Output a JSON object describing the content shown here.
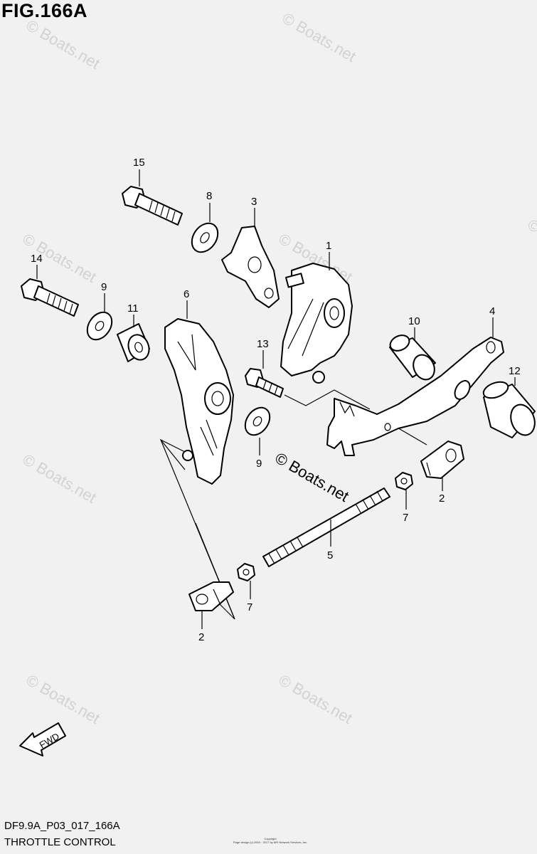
{
  "figure": {
    "title": "FIG.166A",
    "code": "DF9.9A_P03_017_166A",
    "name": "THROTTLE CONTROL"
  },
  "watermark": {
    "text": "© Boats.net",
    "main_text": "© Boats.net"
  },
  "copyright_note": {
    "line1": "Copyright",
    "line2": "Page design (c) 2004 - 2017 by ARI Network Services, Inc."
  },
  "fwd_label": "FWD",
  "callouts": {
    "c1": "1",
    "c2a": "2",
    "c2b": "2",
    "c3": "3",
    "c4": "4",
    "c5": "5",
    "c6": "6",
    "c7a": "7",
    "c7b": "7",
    "c8": "8",
    "c9a": "9",
    "c9b": "9",
    "c10": "10",
    "c11": "11",
    "c12": "12",
    "c13": "13",
    "c14": "14",
    "c15": "15"
  }
}
